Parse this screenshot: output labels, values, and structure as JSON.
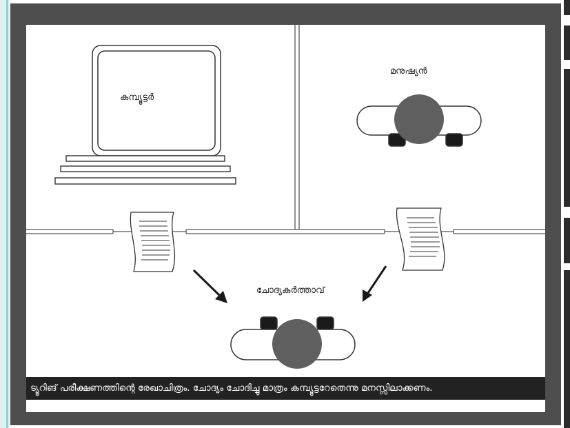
{
  "diagram": {
    "labels": {
      "computer": "കമ്പ്യൂട്ടർ",
      "human": "മനുഷ്യൻ",
      "interrogator": "ചോദ്യകർത്താവ്"
    },
    "caption": "ട്യൂറിങ് പരീക്ഷണത്തിന്റെ രേഖാചിത്രം. ചോദ്യം ചോദിച്ചു മാത്രം കമ്പ്യൂട്ടറേതെന്നു മനസ്സിലാക്കണം."
  },
  "colors": {
    "frame": "#4e4e4e",
    "person_head": "#5f5f5f",
    "caption_bg": "#222222",
    "accent_strip": "#8fd0d4"
  }
}
